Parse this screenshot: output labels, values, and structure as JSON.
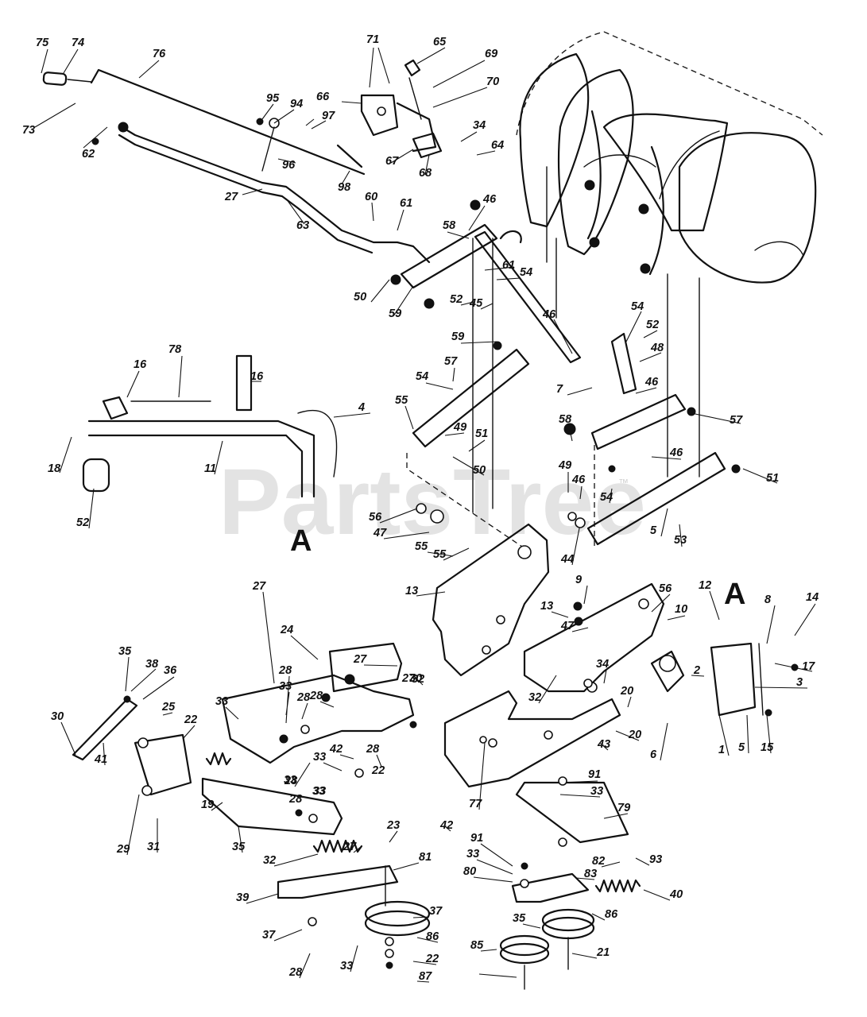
{
  "watermark": {
    "text": "PartsTree",
    "trademark": "™"
  },
  "section_markers": [
    "A",
    "A"
  ],
  "callouts": [
    "75",
    "74",
    "76",
    "73",
    "62",
    "95",
    "94",
    "97",
    "96",
    "98",
    "27",
    "63",
    "71",
    "65",
    "69",
    "70",
    "66",
    "67",
    "68",
    "34",
    "64",
    "60",
    "61",
    "46",
    "58",
    "61",
    "54",
    "52",
    "50",
    "59",
    "45",
    "46",
    "59",
    "54",
    "52",
    "48",
    "7",
    "16",
    "78",
    "16",
    "4",
    "18",
    "11",
    "52",
    "54",
    "57",
    "55",
    "49",
    "51",
    "50",
    "58",
    "46",
    "57",
    "46",
    "51",
    "49",
    "46",
    "54",
    "5",
    "53",
    "56",
    "47",
    "55",
    "55",
    "44",
    "13",
    "9",
    "13",
    "47",
    "56",
    "10",
    "12",
    "8",
    "14",
    "17",
    "3",
    "2",
    "20",
    "24",
    "27",
    "32",
    "27",
    "30",
    "35",
    "38",
    "36",
    "25",
    "30",
    "41",
    "22",
    "33",
    "28",
    "28",
    "33",
    "28",
    "33",
    "28",
    "42",
    "28",
    "33",
    "22",
    "28",
    "33",
    "27",
    "32",
    "34",
    "20",
    "43",
    "6",
    "1",
    "5",
    "15",
    "77",
    "91",
    "33",
    "79",
    "42",
    "33",
    "19",
    "35",
    "29",
    "31",
    "32",
    "27",
    "23",
    "81",
    "82",
    "93",
    "91",
    "33",
    "80",
    "83",
    "40",
    "39",
    "37",
    "37",
    "86",
    "35",
    "86",
    "85",
    "21",
    "33",
    "22",
    "28",
    "87"
  ]
}
